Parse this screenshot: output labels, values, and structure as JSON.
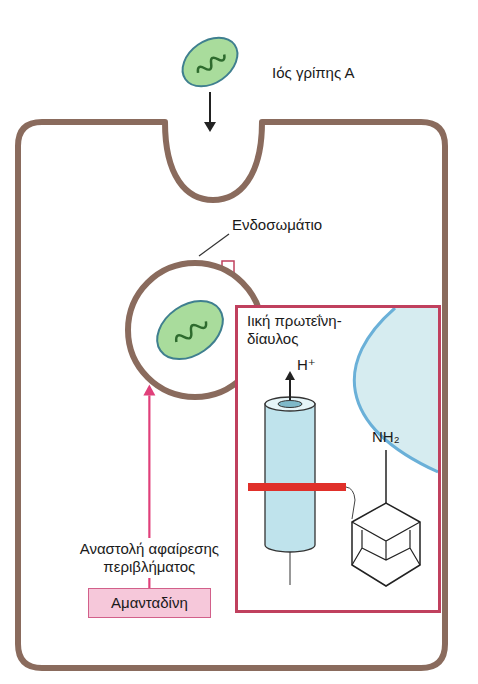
{
  "diagram": {
    "nodes": [
      {
        "text": [
          "Ενδοσωμάτιο"
        ]
      },
      {
        "text": [
          "Ιική πρωτεΐνη- δίαυλος"
        ]
      },
      {
        "text": [
          "Αμανταδίνη"
        ]
      }
    ],
    "edges": [
      {
        "from": 2,
        "to": 0,
        "arrow": "to",
        "label": "Αναστολή αφαίρεσης περιβλήματος"
      }
    ],
    "labels": [
      "Ιός γρίπης Α",
      "H⁺",
      "NH₂"
    ]
  }
}
